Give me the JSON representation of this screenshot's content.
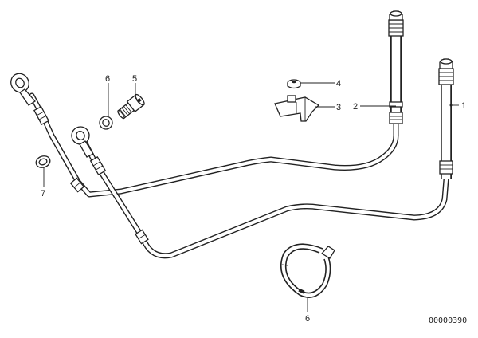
{
  "diagram": {
    "callouts": {
      "c1": "1",
      "c2": "2",
      "c3": "3",
      "c4": "4",
      "c5": "5",
      "c6a": "6",
      "c6b": "6",
      "c7": "7"
    },
    "reference_number": "00000390"
  }
}
